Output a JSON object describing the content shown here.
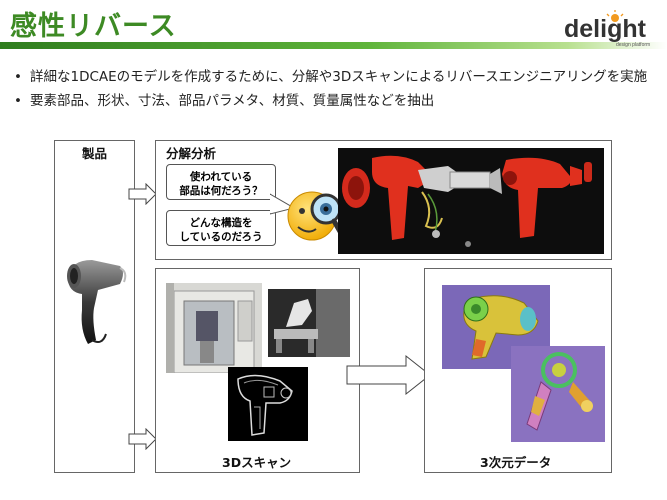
{
  "header": {
    "title": "感性リバース",
    "logo_text": "delight",
    "logo_sub": "design platform"
  },
  "bullets": [
    "詳細な1DCAEのモデルを作成するために、分解や3Dスキャンによるリバースエンジニアリングを実施",
    "要素部品、形状、寸法、部品パラメタ、材質、質量属性などを抽出"
  ],
  "diagram": {
    "product_label": "製品",
    "disassembly_label": "分解分析",
    "bubble1": "使われている\n部品は何だろう？",
    "bubble2": "どんな構造を\nしているのだろう",
    "scan_label": "3Dスキャン",
    "data_label": "3次元データ"
  },
  "colors": {
    "title_green": "#3d8a24",
    "dryer_red": "#e0301e",
    "logo_orange": "#f29a1f"
  }
}
